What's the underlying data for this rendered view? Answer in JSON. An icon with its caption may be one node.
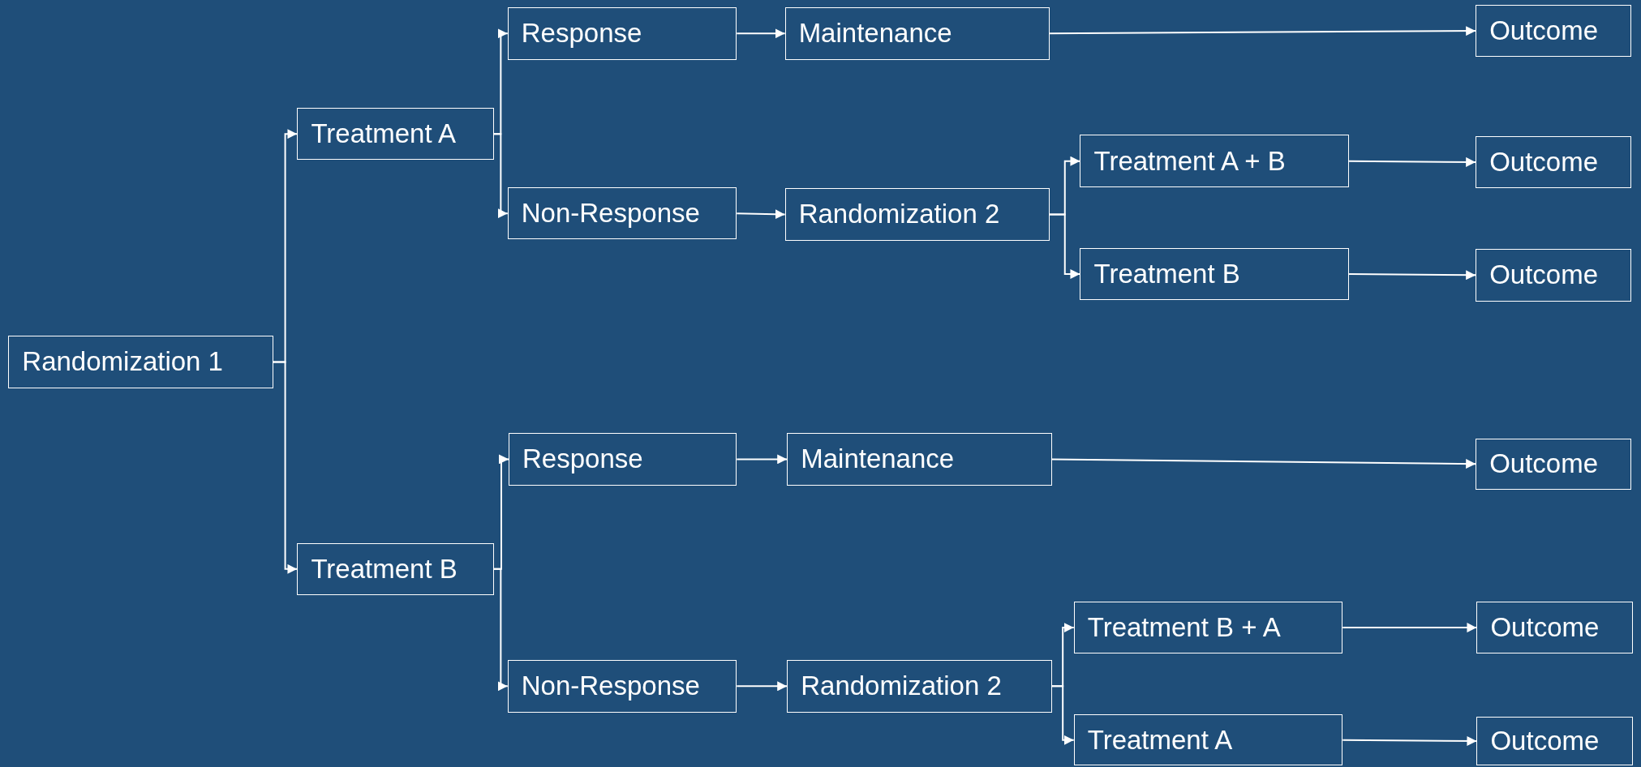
{
  "diagram": {
    "nodes": [
      {
        "text": [
          "Randomization 1"
        ]
      },
      {
        "text": [
          "Treatment A"
        ]
      },
      {
        "text": [
          "Treatment B"
        ]
      },
      {
        "text": [
          "Response"
        ]
      },
      {
        "text": [
          "Non-Response"
        ]
      },
      {
        "text": [
          "Maintenance"
        ]
      },
      {
        "text": [
          "Randomization 2"
        ]
      },
      {
        "text": [
          "Treatment A + B"
        ]
      },
      {
        "text": [
          "Treatment B"
        ]
      },
      {
        "text": [
          "Outcome"
        ]
      },
      {
        "text": [
          "Outcome"
        ]
      },
      {
        "text": [
          "Outcome"
        ]
      },
      {
        "text": [
          "Response"
        ]
      },
      {
        "text": [
          "Non-Response"
        ]
      },
      {
        "text": [
          "Maintenance"
        ]
      },
      {
        "text": [
          "Randomization 2"
        ]
      },
      {
        "text": [
          "Treatment B + A"
        ]
      },
      {
        "text": [
          "Treatment A"
        ]
      },
      {
        "text": [
          "Outcome"
        ]
      },
      {
        "text": [
          "Outcome"
        ]
      },
      {
        "text": [
          "Outcome"
        ]
      }
    ],
    "edges": [
      {
        "from": 0,
        "to": 1,
        "arrow": "to"
      },
      {
        "from": 0,
        "to": 2,
        "arrow": "to"
      },
      {
        "from": 1,
        "to": 3,
        "arrow": "to"
      },
      {
        "from": 1,
        "to": 4,
        "arrow": "to"
      },
      {
        "from": 3,
        "to": 5,
        "arrow": "to"
      },
      {
        "from": 4,
        "to": 6,
        "arrow": "to"
      },
      {
        "from": 5,
        "to": 9,
        "arrow": "to"
      },
      {
        "from": 6,
        "to": 7,
        "arrow": "to"
      },
      {
        "from": 6,
        "to": 8,
        "arrow": "to"
      },
      {
        "from": 7,
        "to": 10,
        "arrow": "to"
      },
      {
        "from": 8,
        "to": 11,
        "arrow": "to"
      },
      {
        "from": 2,
        "to": 12,
        "arrow": "to"
      },
      {
        "from": 2,
        "to": 13,
        "arrow": "to"
      },
      {
        "from": 12,
        "to": 14,
        "arrow": "to"
      },
      {
        "from": 13,
        "to": 15,
        "arrow": "to"
      },
      {
        "from": 14,
        "to": 18,
        "arrow": "to"
      },
      {
        "from": 15,
        "to": 16,
        "arrow": "to"
      },
      {
        "from": 15,
        "to": 17,
        "arrow": "to"
      },
      {
        "from": 16,
        "to": 19,
        "arrow": "to"
      },
      {
        "from": 17,
        "to": 20,
        "arrow": "to"
      }
    ]
  }
}
